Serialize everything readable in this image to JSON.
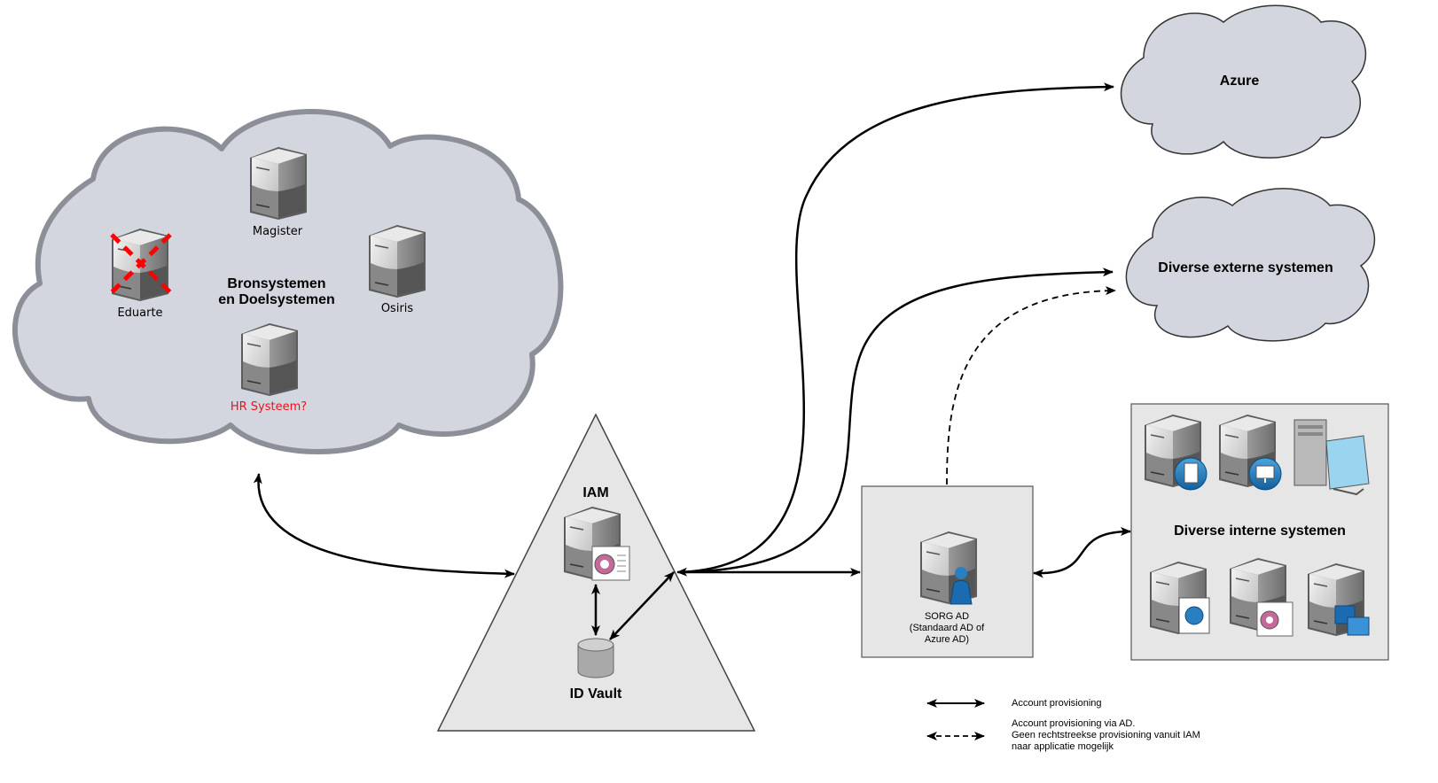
{
  "colors": {
    "cloud_fill": "#d3d6df",
    "cloud_border": "#8c8f98",
    "box_fill": "#e6e6e6",
    "line": "#000000",
    "red_label": "#e8121f",
    "cross": "#ff0000"
  },
  "source_cloud": {
    "title_line1": "Bronsystemen",
    "title_line2": "en Doelsystemen",
    "servers": {
      "magister": "Magister",
      "eduarte": "Eduarte",
      "osiris": "Osiris",
      "hr": "HR Systeem?"
    }
  },
  "iam": {
    "title": "IAM",
    "vault": "ID Vault"
  },
  "sorg": {
    "line1": "SORG AD",
    "line2": "(Standaard AD of",
    "line3": "Azure AD)"
  },
  "targets": {
    "azure": "Azure",
    "external": "Diverse externe systemen",
    "internal": "Diverse interne systemen"
  },
  "legend": {
    "solid": "Account provisioning",
    "dashed_line1": "Account provisioning via AD.",
    "dashed_line2": "Geen rechtstreekse provisioning vanuit IAM",
    "dashed_line3": "naar applicatie mogelijk"
  },
  "icons": [
    "server-icon",
    "database-icon",
    "user-icon",
    "document-icon",
    "monitor-icon",
    "gear-certificate-icon",
    "globe-icon",
    "window-icon",
    "crossed-out-icon"
  ]
}
